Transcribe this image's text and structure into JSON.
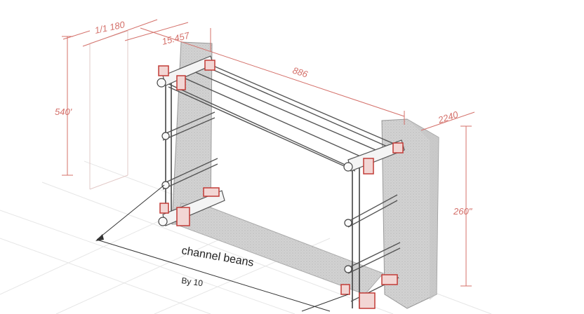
{
  "dimensions": {
    "top_left": "1/1 180",
    "top_small": "15.457",
    "length": "886",
    "left_height": "540'",
    "right_width": "2240",
    "right_height": "260\""
  },
  "labels": {
    "callout": "channel beans",
    "bottom": "By 10"
  },
  "colors": {
    "dimension": "#d4706a",
    "bracket": "#c23b36",
    "wall": "#cfcfcf",
    "line": "#555555"
  }
}
